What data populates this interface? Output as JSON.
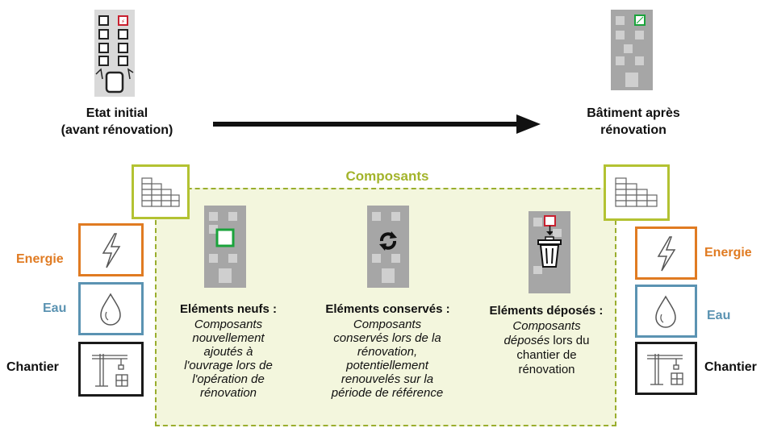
{
  "left_state": {
    "line1": "Etat initial",
    "line2": "(avant rénovation)"
  },
  "right_state": {
    "line1": "Bâtiment après",
    "line2": "rénovation"
  },
  "components_title": "Composants",
  "columns": [
    {
      "title": "Eléments neufs :",
      "desc": [
        "Composants",
        "nouvellement",
        "ajoutés à",
        "l'ouvrage lors de",
        "l'opération de",
        "rénovation"
      ]
    },
    {
      "title": "Eléments conservés :",
      "desc": [
        "Composants",
        "conservés lors de la",
        "rénovation,",
        "potentiellement",
        "renouvelés sur la",
        "période de référence"
      ]
    },
    {
      "title": "Eléments déposés :",
      "desc_lines": [
        [
          "Composants"
        ],
        [
          "déposés",
          " lors du"
        ],
        [
          "chantier de"
        ],
        [
          "rénovation"
        ]
      ]
    }
  ],
  "side_labels": {
    "energy": "Energie",
    "water": "Eau",
    "site": "Chantier"
  },
  "colors": {
    "energy": "#e07b22",
    "water": "#5b93b2",
    "site": "#1a1a1a",
    "components": "#a3b42b",
    "new": "#1aa33b",
    "removed": "#c8202f"
  },
  "icons": [
    "building-initial-icon",
    "building-renovated-icon",
    "arrow-right-icon",
    "brick-wall-icon",
    "lightning-icon",
    "water-drop-icon",
    "crane-icon",
    "refresh-icon",
    "trash-bin-icon"
  ]
}
